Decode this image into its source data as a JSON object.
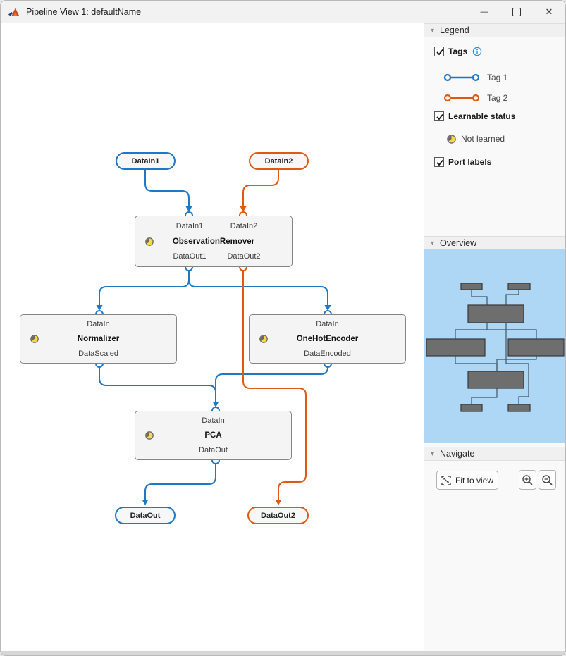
{
  "window": {
    "title": "Pipeline View 1: defaultName"
  },
  "icons": {
    "collapse_arrow": "▾",
    "minimize": "—",
    "close": "✕"
  },
  "legend": {
    "header": "Legend",
    "tags_label": "Tags",
    "tag1_label": "Tag 1",
    "tag2_label": "Tag 2",
    "learnable_label": "Learnable status",
    "not_learned_label": "Not learned",
    "port_labels_label": "Port labels",
    "tags_checked": true,
    "learnable_checked": true,
    "port_labels_checked": true
  },
  "overview": {
    "header": "Overview"
  },
  "navigate": {
    "header": "Navigate",
    "fit_label": "Fit to view"
  },
  "graph": {
    "source_nodes": [
      {
        "label": "DataIn1",
        "tag": "Tag 1"
      },
      {
        "label": "DataIn2",
        "tag": "Tag 2"
      }
    ],
    "blocks": [
      {
        "name": "ObservationRemover",
        "status": "Not learned",
        "inputs": [
          "DataIn1",
          "DataIn2"
        ],
        "outputs": [
          "DataOut1",
          "DataOut2"
        ]
      },
      {
        "name": "Normalizer",
        "status": "Not learned",
        "inputs": [
          "DataIn"
        ],
        "outputs": [
          "DataScaled"
        ]
      },
      {
        "name": "OneHotEncoder",
        "status": "Not learned",
        "inputs": [
          "DataIn"
        ],
        "outputs": [
          "DataEncoded"
        ]
      },
      {
        "name": "PCA",
        "status": "Not learned",
        "inputs": [
          "DataIn"
        ],
        "outputs": [
          "DataOut"
        ]
      }
    ],
    "sink_nodes": [
      {
        "label": "DataOut",
        "tag": "Tag 1"
      },
      {
        "label": "DataOut2",
        "tag": "Tag 2"
      }
    ],
    "connections": [
      {
        "from": "DataIn1",
        "to": "ObservationRemover/DataIn1",
        "tag": "Tag 1"
      },
      {
        "from": "DataIn2",
        "to": "ObservationRemover/DataIn2",
        "tag": "Tag 2"
      },
      {
        "from": "ObservationRemover/DataOut1",
        "to": "Normalizer/DataIn",
        "tag": "Tag 1"
      },
      {
        "from": "ObservationRemover/DataOut1",
        "to": "OneHotEncoder/DataIn",
        "tag": "Tag 1"
      },
      {
        "from": "ObservationRemover/DataOut2",
        "to": "DataOut2",
        "tag": "Tag 2"
      },
      {
        "from": "Normalizer/DataScaled",
        "to": "PCA/DataIn",
        "tag": "Tag 1"
      },
      {
        "from": "OneHotEncoder/DataEncoded",
        "to": "PCA/DataIn",
        "tag": "Tag 1"
      },
      {
        "from": "PCA/DataOut",
        "to": "DataOut",
        "tag": "Tag 1"
      }
    ],
    "colors": {
      "tag1_blue": "#1E78C8",
      "tag2_orange": "#DE5914",
      "minimap_background": "#AED7F5",
      "minimap_node": "#6E6E6E"
    }
  }
}
